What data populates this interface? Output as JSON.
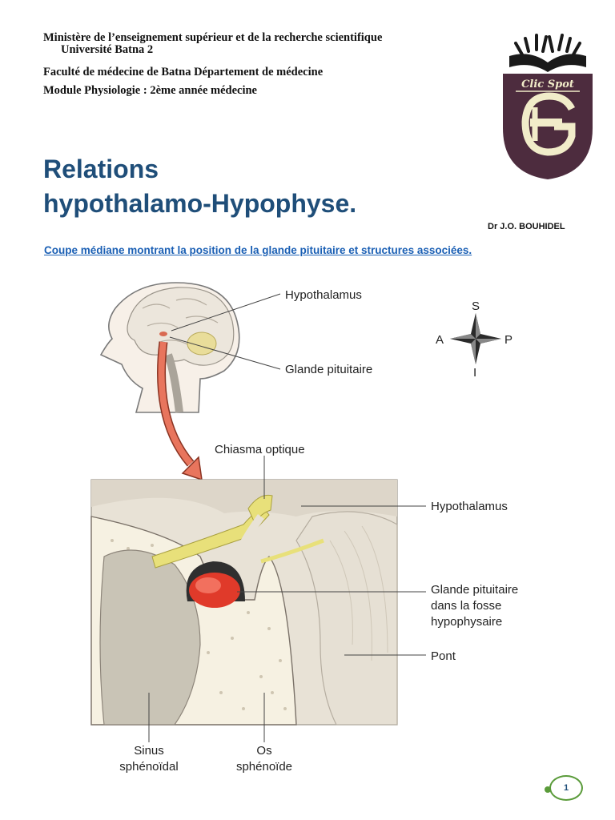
{
  "header": {
    "line1": "Ministère de l’enseignement supérieur et de la recherche scientifique",
    "line2": "Université Batna 2",
    "line3": "Faculté de médecine de Batna Département de médecine",
    "line4": "Module Physiologie : 2ème année médecine"
  },
  "logo": {
    "text": "Clic Spot",
    "monogram": "CG",
    "colors": {
      "shield": "#4d2c3e",
      "monogram": "#f1ecc9"
    }
  },
  "title": {
    "line1": "Relations",
    "line2": "hypothalamo-Hypophyse."
  },
  "author": "Dr J.O. BOUHIDEL",
  "caption": "Coupe médiane montrant la position de la glande pituitaire et structures associées.",
  "figure": {
    "head_labels": {
      "hypothalamus": "Hypothalamus",
      "glande": "Glande pituitaire"
    },
    "compass": {
      "s": "S",
      "a": "A",
      "p": "P",
      "i": "I"
    },
    "section_labels": {
      "chiasma": "Chiasma optique",
      "hypothalamus": "Hypothalamus",
      "glande_line1": "Glande pituitaire",
      "glande_line2": "dans la fosse",
      "glande_line3": "hypophysaire",
      "pont": "Pont",
      "sinus_line1": "Sinus",
      "sinus_line2": "sphénoïdal",
      "os_line1": "Os",
      "os_line2": "sphénoïde"
    },
    "colors": {
      "arrow": "#e8755d",
      "gland": "#e03a2a",
      "chiasma": "#e8e07a",
      "bone": "#f6f1e2",
      "brain": "#e8e2d6"
    }
  },
  "page": {
    "number": "1"
  }
}
